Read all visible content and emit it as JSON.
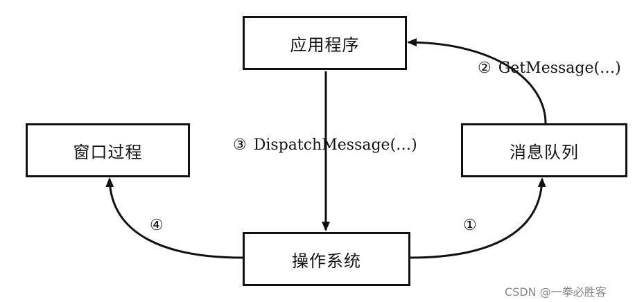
{
  "diagram": {
    "nodes": {
      "application": "应用程序",
      "window_procedure": "窗口过程",
      "message_queue": "消息队列",
      "operating_system": "操作系统"
    },
    "edges": [
      {
        "step": "①",
        "from": "operating_system",
        "to": "message_queue",
        "label": ""
      },
      {
        "step": "②",
        "from": "message_queue",
        "to": "application",
        "label": "GetMessage(…)"
      },
      {
        "step": "③",
        "from": "application",
        "to": "operating_system",
        "label": "DispatchMessage(…)"
      },
      {
        "step": "④",
        "from": "operating_system",
        "to": "window_procedure",
        "label": ""
      }
    ]
  },
  "watermark": "CSDN @一拳必胜客",
  "colors": {
    "stroke": "#111111",
    "background": "#ffffff",
    "watermark": "#888888"
  }
}
